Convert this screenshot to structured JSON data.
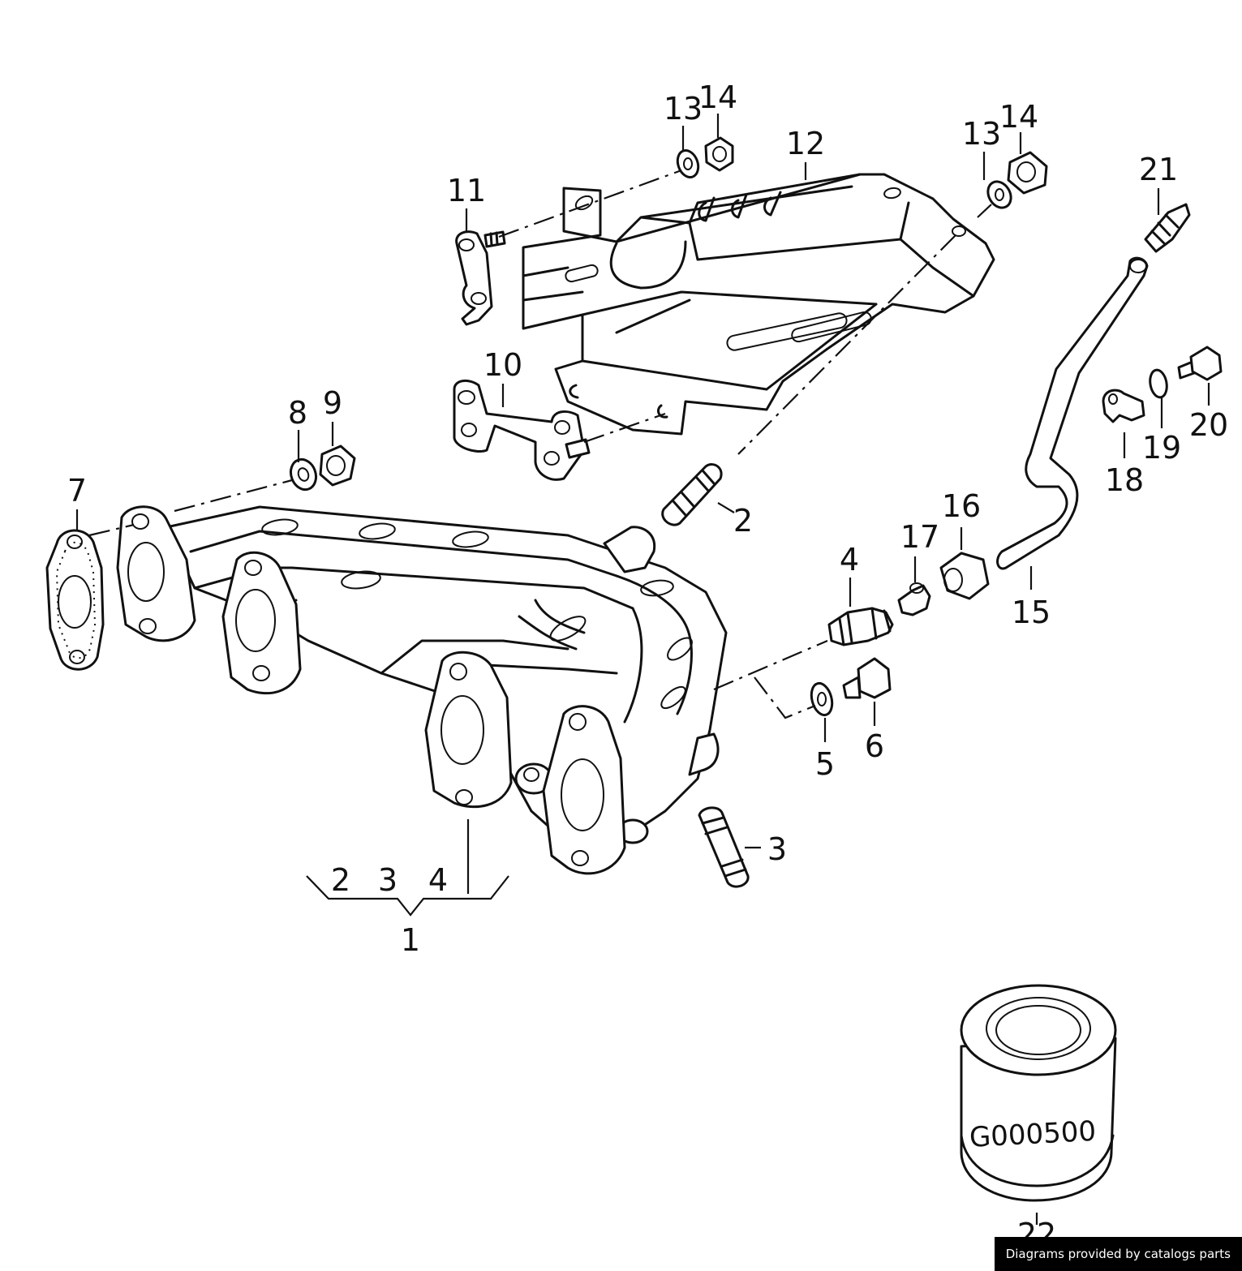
{
  "callouts": {
    "c1": "1",
    "c2a": "2",
    "c2b": "2",
    "c3a": "3",
    "c3b": "3",
    "c4a": "4",
    "c4b": "4",
    "c5": "5",
    "c6": "6",
    "c7": "7",
    "c8": "8",
    "c9": "9",
    "c10": "10",
    "c11": "11",
    "c12": "12",
    "c13a": "13",
    "c13b": "13",
    "c14a": "14",
    "c14b": "14",
    "c15": "15",
    "c16": "16",
    "c17": "17",
    "c18": "18",
    "c19": "19",
    "c20": "20",
    "c21": "21",
    "c22": "22"
  },
  "filter_label": "G000500",
  "credit": "Diagrams provided by catalogs parts"
}
